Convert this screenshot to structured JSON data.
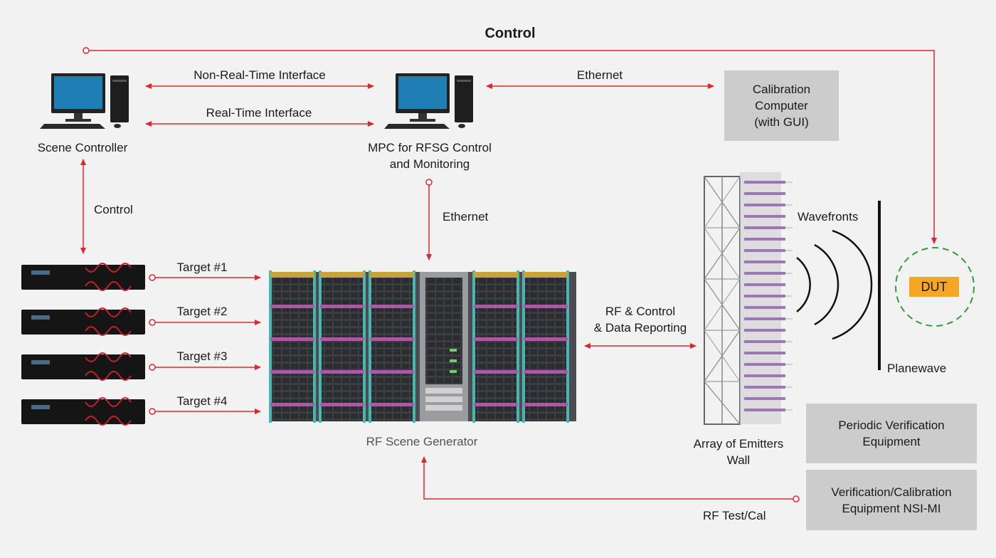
{
  "labels": {
    "control_top": "Control",
    "non_rt": "Non-Real-Time Interface",
    "rt": "Real-Time Interface",
    "ethernet_top": "Ethernet",
    "scene_controller": "Scene Controller",
    "mpc_line1": "MPC for RFSG Control",
    "mpc_line2": "and Monitoring",
    "control_left": "Control",
    "ethernet_mid": "Ethernet",
    "target1": "Target #1",
    "target2": "Target #2",
    "target3": "Target #3",
    "target4": "Target #4",
    "rf_control_line1": "RF & Control",
    "rf_control_line2": "& Data Reporting",
    "wavefronts": "Wavefronts",
    "planewave": "Planewave",
    "rf_scene_generator": "RF Scene Generator",
    "array_line1": "Array of Emitters",
    "array_line2": "Wall",
    "rf_test_cal": "RF Test/Cal",
    "dut": "DUT"
  },
  "boxes": {
    "calibration": [
      "Calibration",
      "Computer",
      "(with GUI)"
    ],
    "periodic": [
      "Periodic Verification",
      "Equipment"
    ],
    "verification": [
      "Verification/Calibration",
      "Equipment NSI-MI"
    ]
  },
  "colors": {
    "arrow": "#e0262c",
    "dut_ring": "#2e9e3e",
    "dut_fill": "#f5a623",
    "box_fill": "#cccccc"
  }
}
